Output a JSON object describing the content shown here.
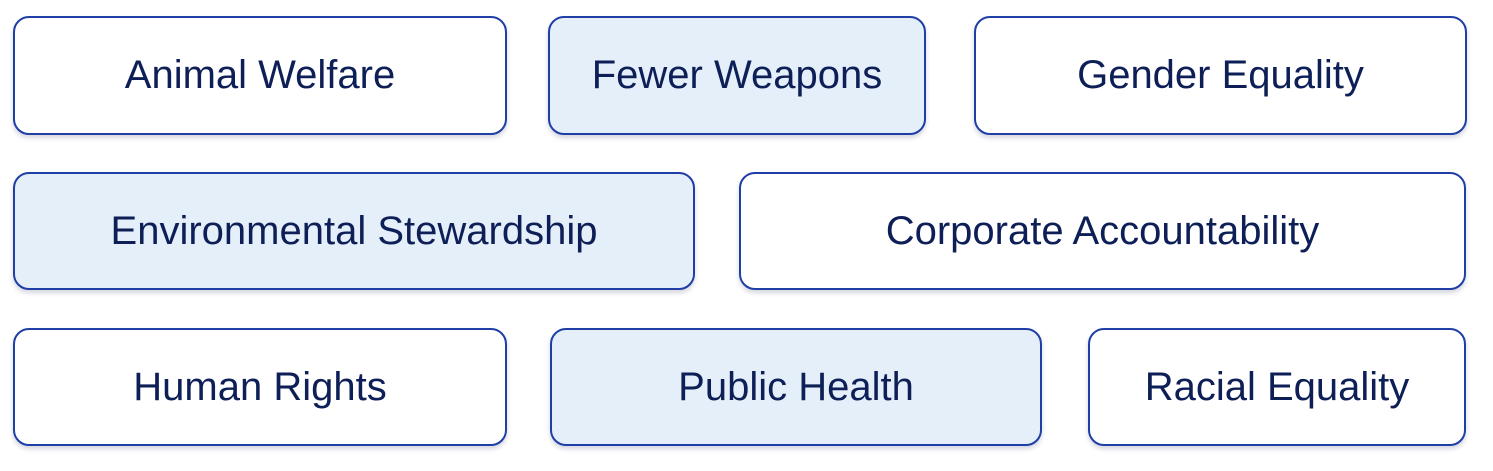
{
  "colors": {
    "border": "#1f3ea6",
    "text": "#0d1f56",
    "selected_fill": "#e4effa",
    "unselected_fill": "#ffffff"
  },
  "chips": [
    {
      "label": "Animal Welfare",
      "selected": false
    },
    {
      "label": "Fewer Weapons",
      "selected": true
    },
    {
      "label": "Gender Equality",
      "selected": false
    },
    {
      "label": "Environmental Stewardship",
      "selected": true
    },
    {
      "label": "Corporate Accountability",
      "selected": false
    },
    {
      "label": "Human Rights",
      "selected": false
    },
    {
      "label": "Public Health",
      "selected": true
    },
    {
      "label": "Racial Equality",
      "selected": false
    }
  ]
}
